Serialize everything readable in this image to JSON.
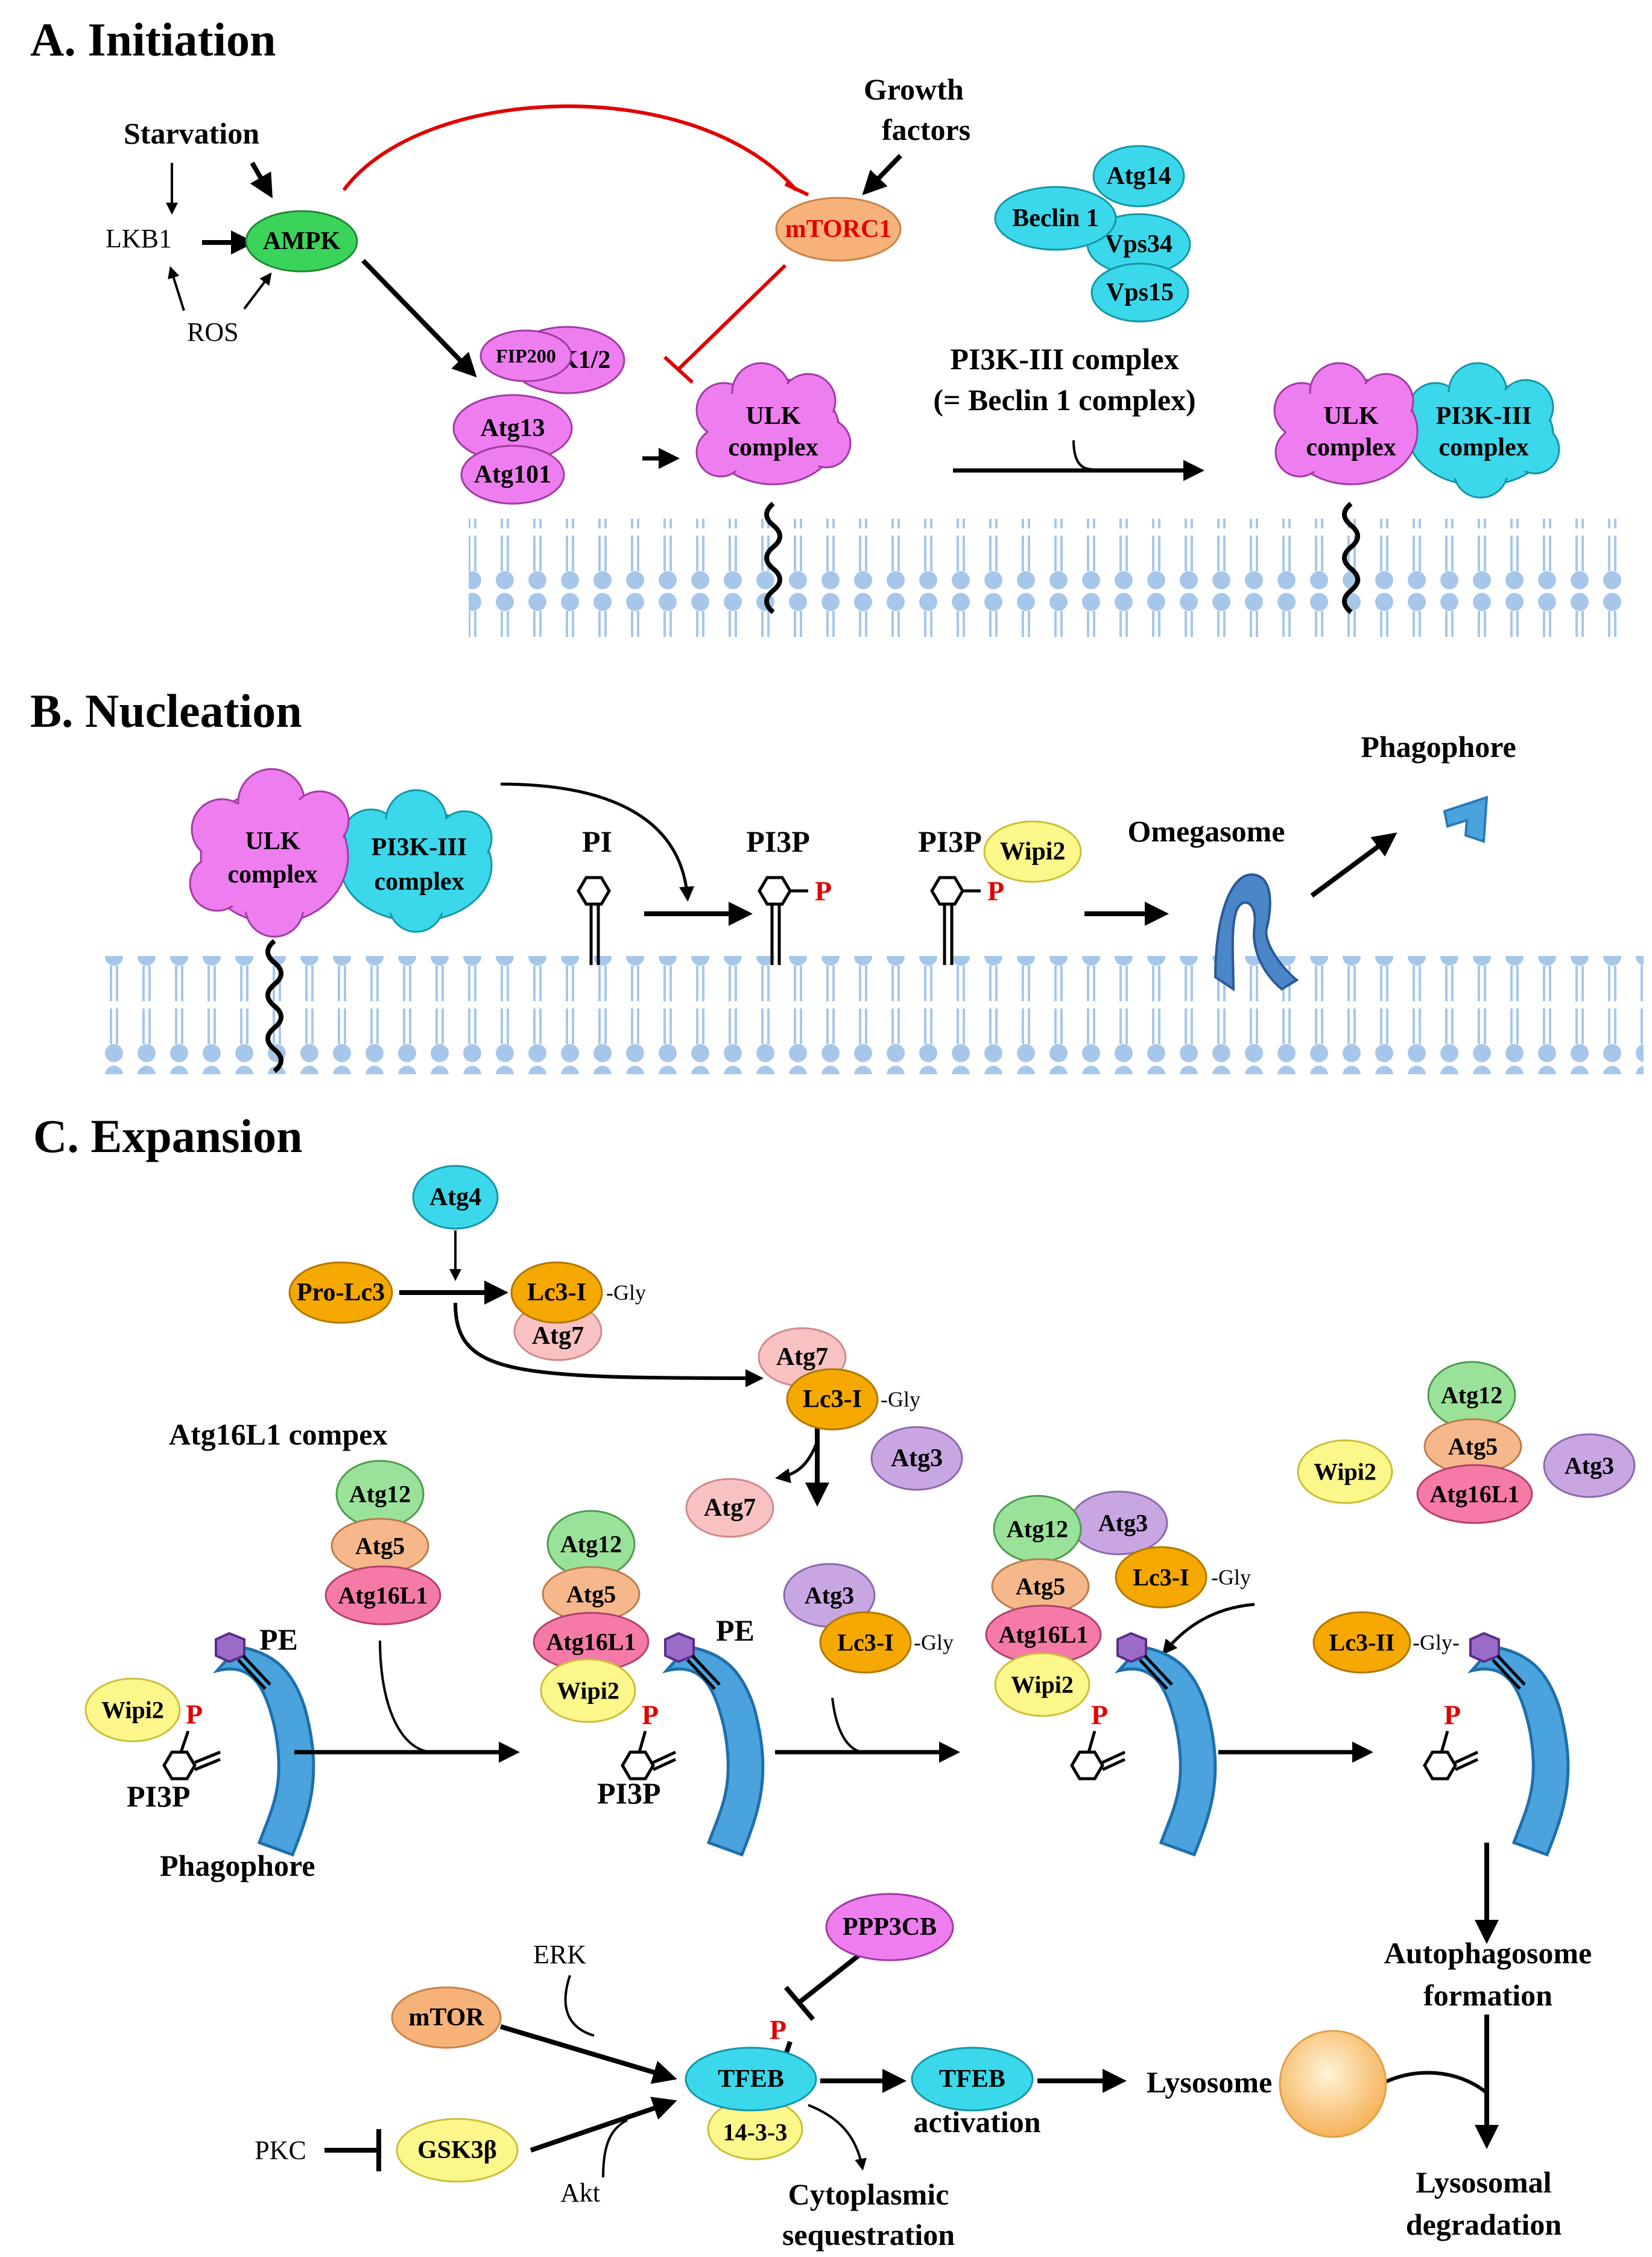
{
  "sections": {
    "a": "A. Initiation",
    "b": "B. Nucleation",
    "c": "C. Expansion"
  },
  "a": {
    "starvation": "Starvation",
    "growth1": "Growth",
    "growth2": "factors",
    "lkb1": "LKB1",
    "ampk": "AMPK",
    "ros": "ROS",
    "mtorc1": "mTORC1",
    "atg14": "Atg14",
    "beclin1": "Beclin 1",
    "vps34": "Vps34",
    "vps15": "Vps15",
    "fip200": "FIP200",
    "ulk12": "ULK1/2",
    "atg13": "Atg13",
    "atg101": "Atg101",
    "ulk1": "ULK",
    "ulk2": "complex",
    "pi3k_line1": "PI3K-III complex",
    "pi3k_line2": "(= Beclin 1 complex)",
    "pi3ka": "PI3K-III",
    "pi3kb": "complex"
  },
  "b": {
    "ulk1": "ULK",
    "ulk2": "complex",
    "pi3ka": "PI3K-III",
    "pi3kb": "complex",
    "pi": "PI",
    "pi3p": "PI3P",
    "pi3p2": "PI3P",
    "p": "P",
    "wipi2": "Wipi2",
    "omegasome": "Omegasome",
    "phagophore": "Phagophore"
  },
  "c": {
    "atg4": "Atg4",
    "prolc3": "Pro-Lc3",
    "lc3i": "Lc3-I",
    "lc3ii": "Lc3-II",
    "gly": "-Gly",
    "glyd": "-Gly-",
    "atg7": "Atg7",
    "atg3": "Atg3",
    "atg12": "Atg12",
    "atg5": "Atg5",
    "atg16l1": "Atg16L1",
    "wipi2": "Wipi2",
    "compex": "Atg16L1 compex",
    "pe": "PE",
    "pi3p": "PI3P",
    "p": "P",
    "phagophore": "Phagophore",
    "auto1": "Autophagosome",
    "auto2": "formation",
    "lysosome": "Lysosome",
    "lysdeg1": "Lysosomal",
    "lysdeg2": "degradation",
    "erk": "ERK",
    "mtor": "mTOR",
    "ppp3cb": "PPP3CB",
    "tfeb": "TFEB",
    "p1433": "14-3-3",
    "activation": "activation",
    "cyto1": "Cytoplasmic",
    "cyto2": "sequestration",
    "pkc": "PKC",
    "gsk": "GSK3β",
    "akt": "Akt"
  },
  "colors": {
    "membrane": "#a6c7ea",
    "inhibit": "#e00000",
    "ampk": "#3bd45a",
    "mtorc1": "#f7b27a",
    "beclin": "#3ad8ea",
    "ulk": "#ee7ef0",
    "lc3": "#f5a800",
    "atg7": "#f9c2c2",
    "atg3": "#c8a6e2",
    "atg12": "#9ae29a",
    "atg5": "#f6b88a",
    "atg16l1": "#f57aa8",
    "wipi2": "#fcf78a",
    "phagophore": "#4aa3dd",
    "lysosome": "#f8bf6a"
  }
}
